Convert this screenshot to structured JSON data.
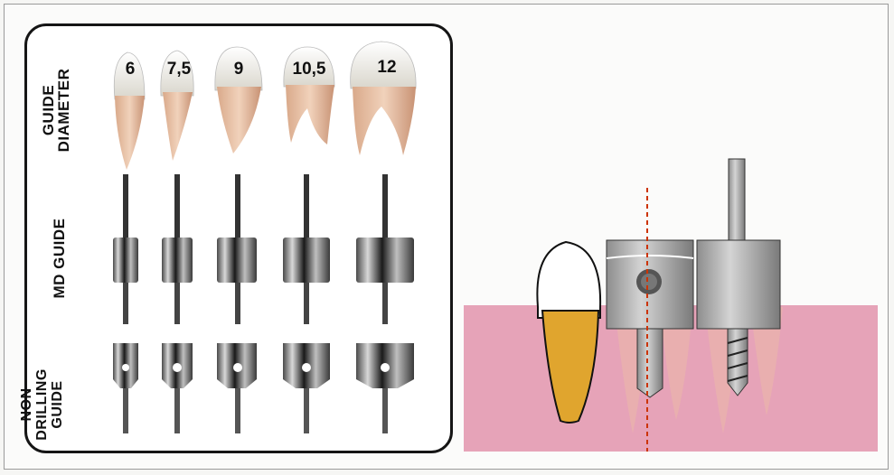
{
  "row_labels": {
    "guide_diameter": "GUIDE\nDIAMETER",
    "md_guide": "MD GUIDE",
    "non_drilling_guide": "NON\nDRILLING\nGUIDE"
  },
  "diameters": [
    "6",
    "7,5",
    "9",
    "10,5",
    "12"
  ],
  "colors": {
    "gum": "#e6a3b8",
    "enamel": "#f2f1ec",
    "root": "#e9c4a8",
    "metal_dark": "#2a2a2a",
    "metal_light": "#c9c9c9",
    "axis_line": "#cc3300",
    "tooth_root_fill": "#e0a52e"
  }
}
